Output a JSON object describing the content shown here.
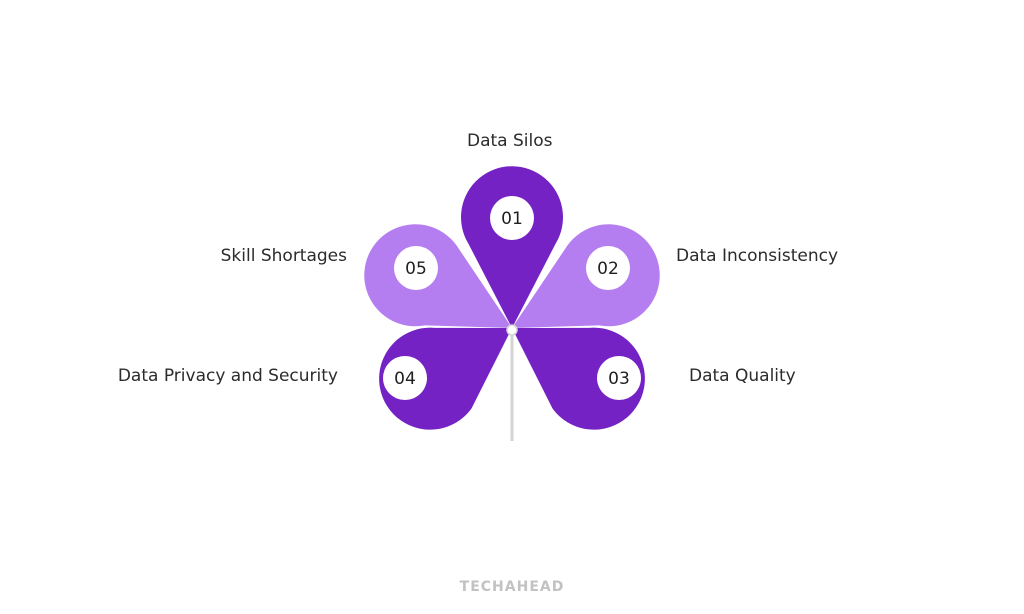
{
  "colors": {
    "dark_purple": "#7422c4",
    "light_purple": "#b57ef0",
    "stem": "#d4d4d4",
    "circle": "#ffffff"
  },
  "petals": [
    {
      "number": "01",
      "label": "Data Silos",
      "color": "#7422c4"
    },
    {
      "number": "02",
      "label": "Data Inconsistency",
      "color": "#b57ef0"
    },
    {
      "number": "03",
      "label": "Data Quality",
      "color": "#7422c4"
    },
    {
      "number": "04",
      "label": "Data Privacy and Security",
      "color": "#7422c4"
    },
    {
      "number": "05",
      "label": "Skill Shortages",
      "color": "#b57ef0"
    }
  ],
  "footer": {
    "logo": "TECHAHEAD"
  }
}
